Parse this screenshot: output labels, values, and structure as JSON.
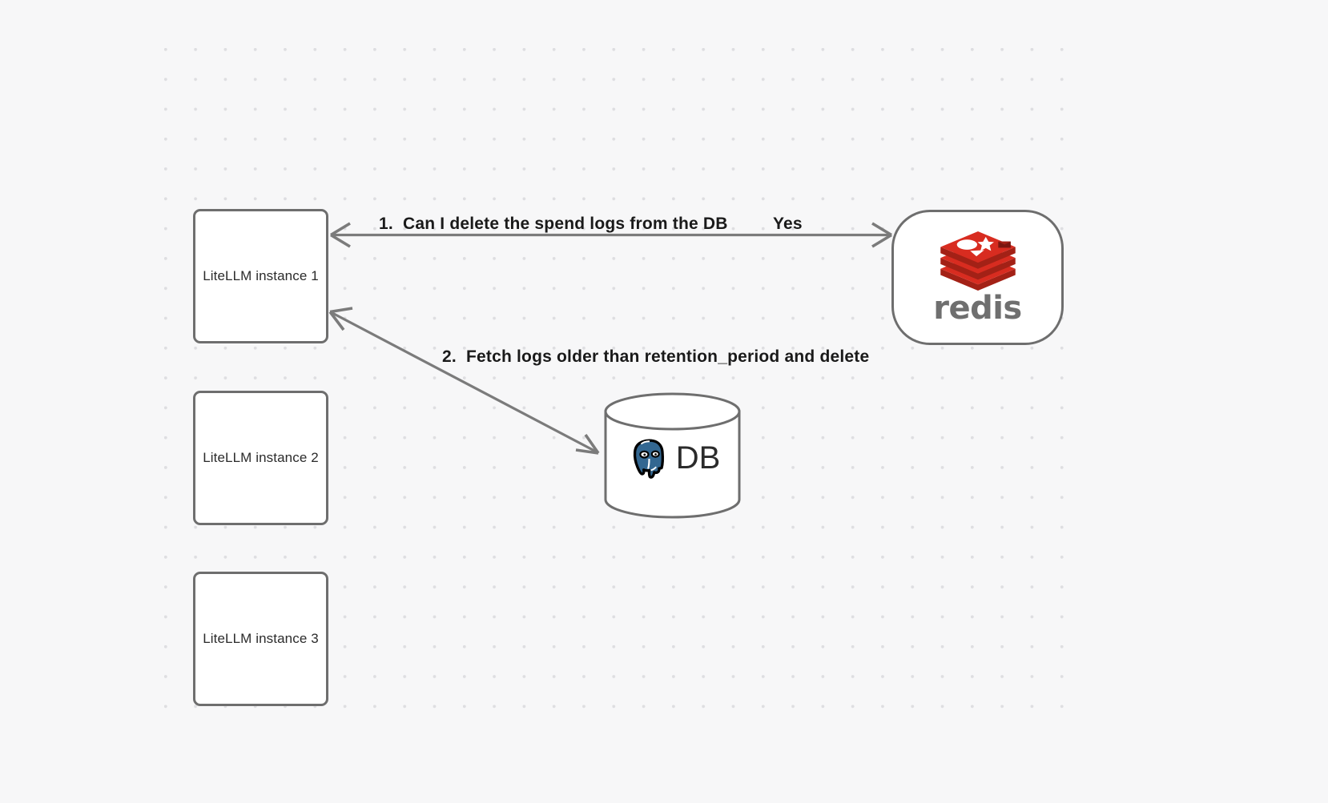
{
  "canvas": {
    "background_color": "#f7f7f8",
    "grid_dot_color": "#dedee1"
  },
  "nodes": [
    {
      "id": "litellm-1",
      "label": "LiteLLM instance 1",
      "shape": "rounded-rect"
    },
    {
      "id": "litellm-2",
      "label": "LiteLLM instance 2",
      "shape": "rounded-rect"
    },
    {
      "id": "litellm-3",
      "label": "LiteLLM instance 3",
      "shape": "rounded-rect"
    },
    {
      "id": "redis",
      "label": "redis",
      "shape": "stadium",
      "logo": "redis-logo-icon",
      "brand_color": "#d62c1f"
    },
    {
      "id": "db",
      "label": "DB",
      "shape": "cylinder",
      "logo": "postgresql-elephant-icon",
      "brand_color": "#336791"
    }
  ],
  "edges": [
    {
      "id": "edge-1",
      "from": "redis",
      "to": "litellm-1",
      "label": "1.  Can I delete the spend logs from the DB",
      "reply_label": "Yes",
      "arrowheads": "both"
    },
    {
      "id": "edge-2",
      "from": "db",
      "to": "litellm-1",
      "label": "2.  Fetch logs older than retention_period and delete",
      "arrowheads": "both"
    }
  ],
  "redis": {
    "wordmark": "redis"
  },
  "db": {
    "text": "DB"
  }
}
